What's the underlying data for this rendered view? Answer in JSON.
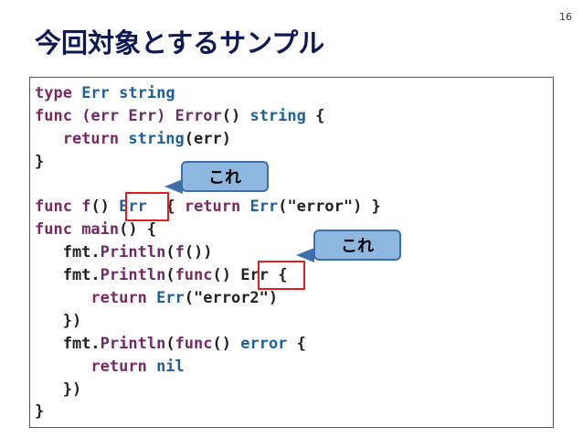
{
  "page_number": "16",
  "title": "今回対象とするサンプル",
  "code_lines": [
    [
      {
        "t": "type ",
        "c": "kw"
      },
      {
        "t": "Err ",
        "c": "ty"
      },
      {
        "t": "string",
        "c": "ty"
      }
    ],
    [
      {
        "t": "func ",
        "c": "kw"
      },
      {
        "t": "(err Err) ",
        "c": "fn"
      },
      {
        "t": "Error",
        "c": "fn"
      },
      {
        "t": "() ",
        "c": "pl"
      },
      {
        "t": "string ",
        "c": "ty"
      },
      {
        "t": "{",
        "c": "pl"
      }
    ],
    [
      {
        "t": "   return ",
        "c": "kw"
      },
      {
        "t": "string",
        "c": "ty"
      },
      {
        "t": "(err)",
        "c": "pl"
      }
    ],
    [
      {
        "t": "}",
        "c": "pl"
      }
    ],
    [],
    [
      {
        "t": "func ",
        "c": "kw"
      },
      {
        "t": "f",
        "c": "fn"
      },
      {
        "t": "() ",
        "c": "pl"
      },
      {
        "t": "Err",
        "c": "ty"
      },
      {
        "t": "  { ",
        "c": "pl"
      },
      {
        "t": "return ",
        "c": "kw"
      },
      {
        "t": "Err",
        "c": "ty"
      },
      {
        "t": "(\"error\") }",
        "c": "pl"
      }
    ],
    [
      {
        "t": "func ",
        "c": "kw"
      },
      {
        "t": "main",
        "c": "fn"
      },
      {
        "t": "() {",
        "c": "pl"
      }
    ],
    [
      {
        "t": "   fmt.",
        "c": "pl"
      },
      {
        "t": "Println",
        "c": "fn"
      },
      {
        "t": "(",
        "c": "pl"
      },
      {
        "t": "f",
        "c": "fn"
      },
      {
        "t": "())",
        "c": "pl"
      }
    ],
    [
      {
        "t": "   fmt.",
        "c": "pl"
      },
      {
        "t": "Println",
        "c": "fn"
      },
      {
        "t": "(",
        "c": "pl"
      },
      {
        "t": "func",
        "c": "kw"
      },
      {
        "t": "() ",
        "c": "pl"
      },
      {
        "t": "Err",
        "c": "pl"
      },
      {
        "t": " {",
        "c": "pl"
      }
    ],
    [
      {
        "t": "      return ",
        "c": "kw"
      },
      {
        "t": "Err",
        "c": "ty"
      },
      {
        "t": "(\"error2\")",
        "c": "pl"
      }
    ],
    [
      {
        "t": "   })",
        "c": "pl"
      }
    ],
    [
      {
        "t": "   fmt.",
        "c": "pl"
      },
      {
        "t": "Println",
        "c": "fn"
      },
      {
        "t": "(",
        "c": "pl"
      },
      {
        "t": "func",
        "c": "kw"
      },
      {
        "t": "() ",
        "c": "pl"
      },
      {
        "t": "error ",
        "c": "ty"
      },
      {
        "t": "{",
        "c": "pl"
      }
    ],
    [
      {
        "t": "      return ",
        "c": "kw"
      },
      {
        "t": "nil",
        "c": "ty"
      }
    ],
    [
      {
        "t": "   })",
        "c": "pl"
      }
    ],
    [
      {
        "t": "}",
        "c": "pl"
      }
    ]
  ],
  "callouts": [
    {
      "text": "これ"
    },
    {
      "text": "これ"
    }
  ],
  "colors": {
    "keyword": "#7a2a63",
    "type": "#20609a",
    "string": "#3a7ab5",
    "highlight_border": "#e02020",
    "callout_fill": "#8fb8e0",
    "title": "#0d1a55"
  }
}
